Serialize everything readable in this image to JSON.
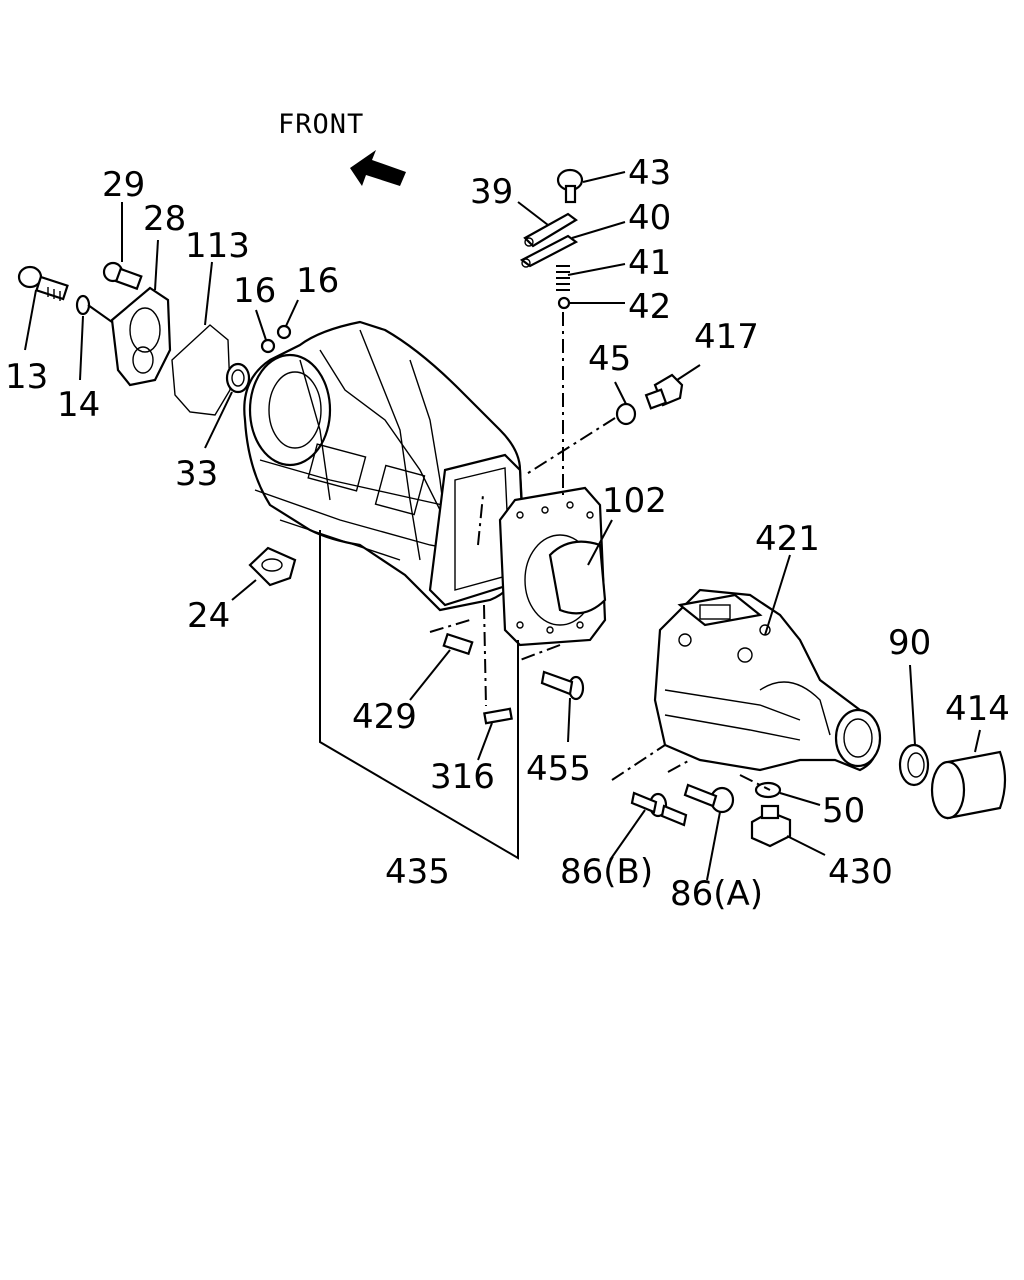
{
  "front_label": "FRONT",
  "labels": {
    "p13": "13",
    "p14": "14",
    "p29": "29",
    "p28": "28",
    "p113": "113",
    "p16a": "16",
    "p16b": "16",
    "p33": "33",
    "p24": "24",
    "p39": "39",
    "p43": "43",
    "p40": "40",
    "p41": "41",
    "p42": "42",
    "p45": "45",
    "p417": "417",
    "p102": "102",
    "p421": "421",
    "p90": "90",
    "p414": "414",
    "p429": "429",
    "p316": "316",
    "p455": "455",
    "p50": "50",
    "p430": "430",
    "p435": "435",
    "p86b": "86(B)",
    "p86a": "86(A)"
  }
}
